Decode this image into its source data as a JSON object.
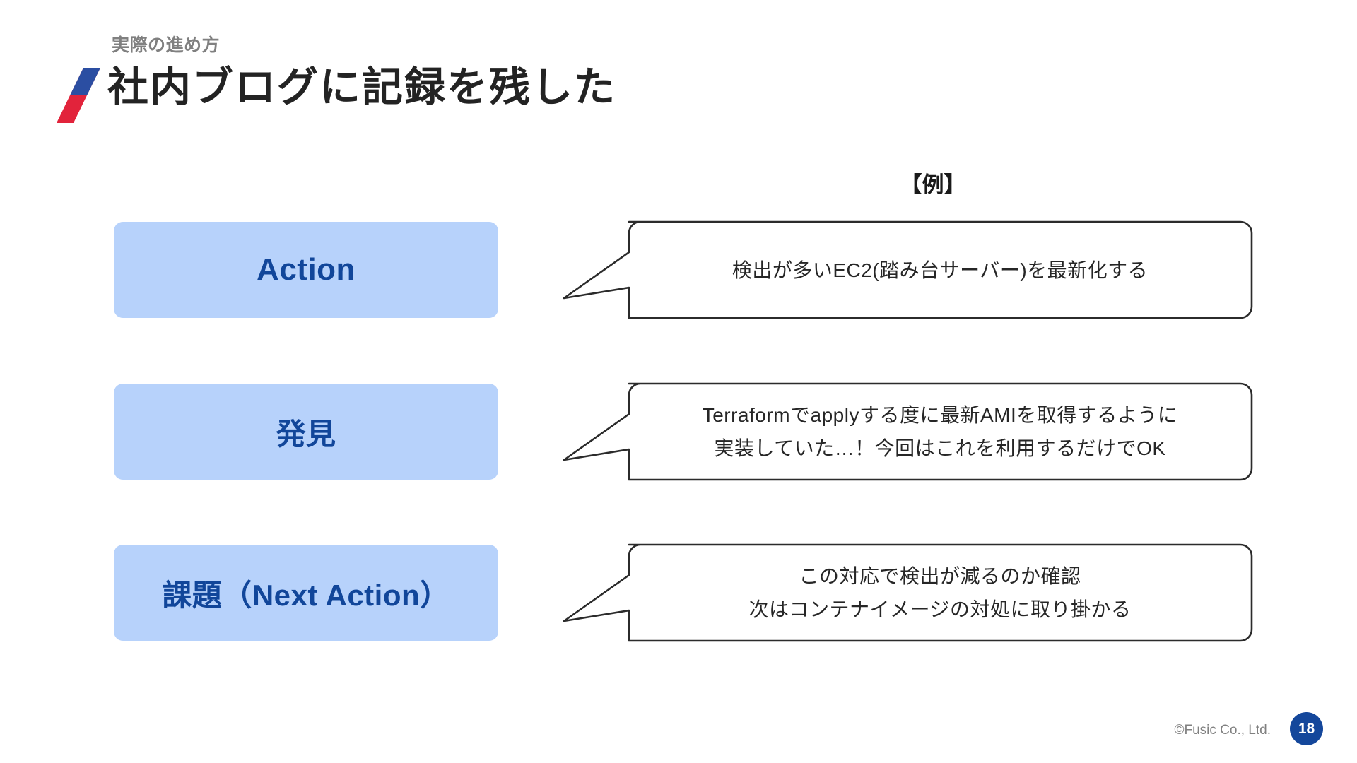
{
  "header": {
    "eyebrow": "実際の進め方",
    "title": "社内ブログに記録を残した",
    "logo_colors": {
      "top": "#2b4ea2",
      "bottom": "#e2233b"
    }
  },
  "example_caption": "【例】",
  "rows": [
    {
      "chip_label": "Action",
      "chip_style": "latin",
      "bubble_lines": [
        "検出が多いEC2(踏み台サーバー)を最新化する"
      ]
    },
    {
      "chip_label": "発見",
      "chip_style": "jp",
      "bubble_lines": [
        "Terraformでapplyする度に最新AMIを取得するように",
        "実装していた…！今回はこれを利用するだけでOK"
      ]
    },
    {
      "chip_label": "課題（Next Action）",
      "chip_style": "jp",
      "bubble_lines": [
        "この対応で検出が減るのか確認",
        "次はコンテナイメージの対処に取り掛かる"
      ]
    }
  ],
  "footer": {
    "copyright": "©Fusic Co., Ltd.",
    "page_number": "18"
  },
  "colors": {
    "chip_bg": "#b7d2fb",
    "chip_text": "#11469a",
    "badge_bg": "#14479b",
    "title_text": "#232323",
    "eyebrow_text": "#808080",
    "bubble_stroke": "#2b2b2b"
  }
}
